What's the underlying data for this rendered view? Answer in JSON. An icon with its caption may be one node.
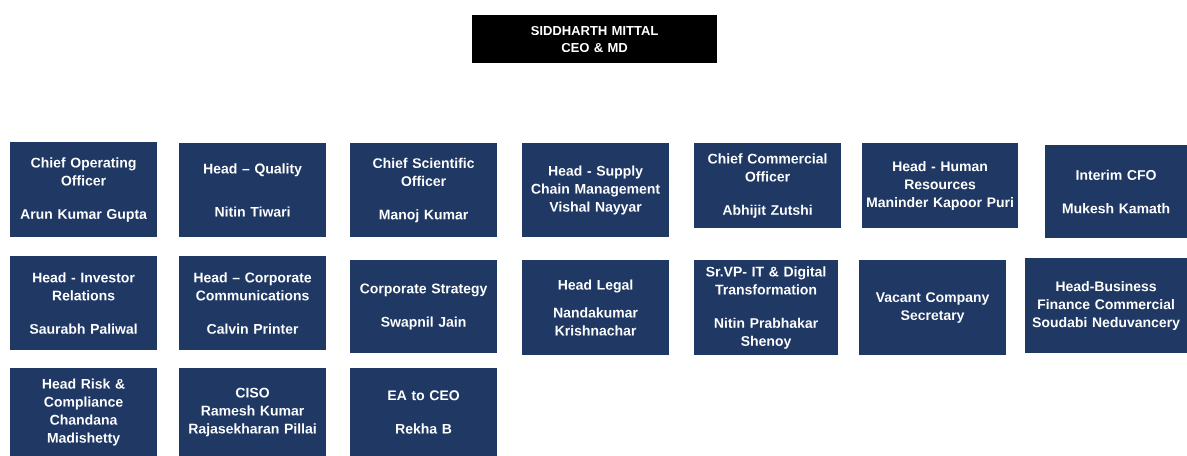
{
  "diagram": {
    "nodes": [
      {
        "text": [
          "SIDDHARTH MITTAL",
          "CEO & MD"
        ]
      },
      {
        "text": [
          "Chief Operating Officer",
          "Arun Kumar Gupta"
        ]
      },
      {
        "text": [
          "Head – Quality",
          "Nitin Tiwari"
        ]
      },
      {
        "text": [
          "Chief Scientific Officer",
          "Manoj Kumar"
        ]
      },
      {
        "text": [
          "Head - Supply Chain Management",
          "Vishal Nayyar"
        ]
      },
      {
        "text": [
          "Chief Commercial Officer",
          "Abhijit Zutshi"
        ]
      },
      {
        "text": [
          "Head - Human Resources",
          "Maninder Kapoor Puri"
        ]
      },
      {
        "text": [
          "Interim CFO",
          "Mukesh Kamath"
        ]
      },
      {
        "text": [
          "Head - Investor Relations",
          "Saurabh Paliwal"
        ]
      },
      {
        "text": [
          "Head – Corporate Communications",
          "Calvin Printer"
        ]
      },
      {
        "text": [
          "Corporate Strategy",
          "Swapnil Jain"
        ]
      },
      {
        "text": [
          "Head Legal",
          "Nandakumar Krishnachar"
        ]
      },
      {
        "text": [
          "Sr.VP- IT & Digital Transformation",
          "Nitin Prabhakar Shenoy"
        ]
      },
      {
        "text": [
          "Vacant Company Secretary"
        ]
      },
      {
        "text": [
          "Head-Business Finance Commercial",
          "Soudabi Neduvancery"
        ]
      },
      {
        "text": [
          "Head Risk & Compliance",
          "Chandana Madishetty"
        ]
      },
      {
        "text": [
          "CISO",
          "Ramesh Kumar Rajasekharan Pillai"
        ]
      },
      {
        "text": [
          "EA to CEO",
          "Rekha B"
        ]
      }
    ]
  }
}
